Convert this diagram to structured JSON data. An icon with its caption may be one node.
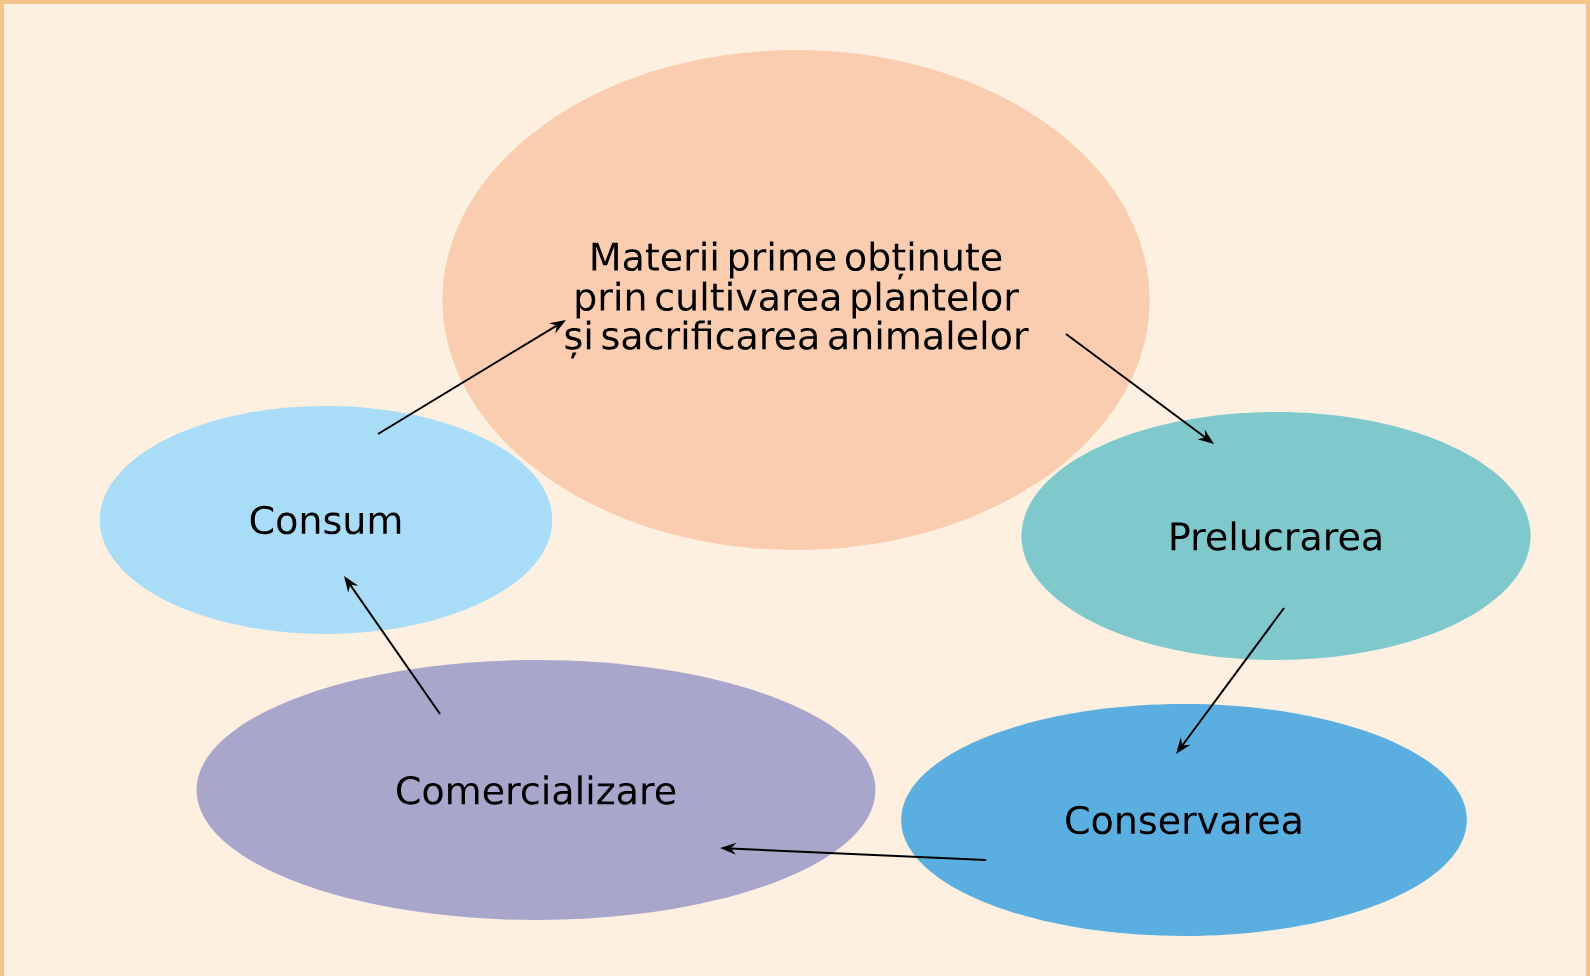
{
  "diagram": {
    "nodes": [
      {
        "text": [
          "Materii prime obținute prin cultivarea plantelor și sacrificarea animalelor"
        ]
      },
      {
        "text": [
          "Prelucrarea"
        ]
      },
      {
        "text": [
          "Conservarea"
        ]
      },
      {
        "text": [
          "Comercializare"
        ]
      },
      {
        "text": [
          "Consum"
        ]
      }
    ],
    "edges": [
      {
        "from": 0,
        "to": 1,
        "arrow": "to"
      },
      {
        "from": 1,
        "to": 2,
        "arrow": "to"
      },
      {
        "from": 2,
        "to": 3,
        "arrow": "to"
      },
      {
        "from": 3,
        "to": 4,
        "arrow": "to"
      },
      {
        "from": 4,
        "to": 0,
        "arrow": "to"
      }
    ]
  }
}
